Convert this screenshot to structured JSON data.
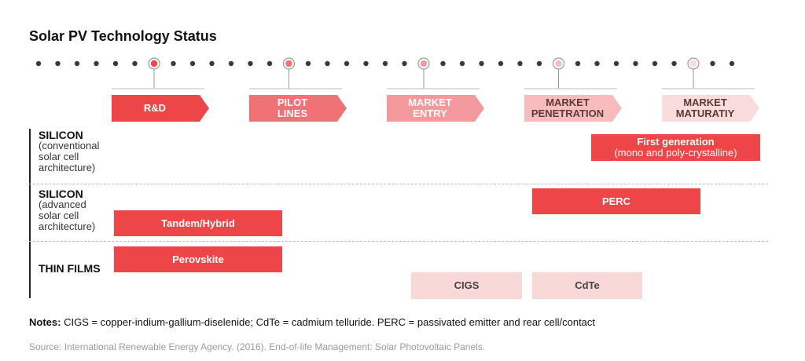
{
  "title": "Solar PV Technology Status",
  "colors": {
    "dot": "#3a3a3a",
    "stage1": "#ee4549",
    "stage2": "#f07176",
    "stage3": "#f4999c",
    "stage4": "#f8bcbd",
    "stage5": "#fadcdc",
    "bar_strong": "#ee4549",
    "bar_pale": "#f9d8d8"
  },
  "stages": [
    {
      "label_lines": [
        "R&D"
      ]
    },
    {
      "label_lines": [
        "PILOT",
        "LINES"
      ]
    },
    {
      "label_lines": [
        "MARKET",
        "ENTRY"
      ]
    },
    {
      "label_lines": [
        "MARKET",
        "PENETRATION"
      ]
    },
    {
      "label_lines": [
        "MARKET",
        "MATURATIY"
      ]
    }
  ],
  "rows": [
    {
      "heading": "SILICON",
      "sub": [
        "(conventional",
        "solar cell",
        "architecture)"
      ]
    },
    {
      "heading": "SILICON",
      "sub": [
        "(advanced",
        "solar cell",
        "architecture)"
      ]
    },
    {
      "heading": "THIN FILMS",
      "sub": []
    }
  ],
  "technologies": [
    {
      "name": "First generation",
      "detail": "(mono and poly-crystalline)",
      "row": 0
    },
    {
      "name": "PERC",
      "detail": "",
      "row": 1
    },
    {
      "name": "Tandem/Hybrid",
      "detail": "",
      "row": 1
    },
    {
      "name": "Perovskite",
      "detail": "",
      "row": 2
    },
    {
      "name": "CIGS",
      "detail": "",
      "row": 2
    },
    {
      "name": "CdTe",
      "detail": "",
      "row": 2
    }
  ],
  "notes": {
    "label": "Notes:",
    "text": "CIGS = copper-indium-gallium-diselenide; CdTe = cadmium telluride. PERC = passivated emitter and rear cell/contact"
  },
  "source": "Source: International Renewable Energy Agency. (2016). End-of-life Management: Solar Photovoltaic Panels."
}
